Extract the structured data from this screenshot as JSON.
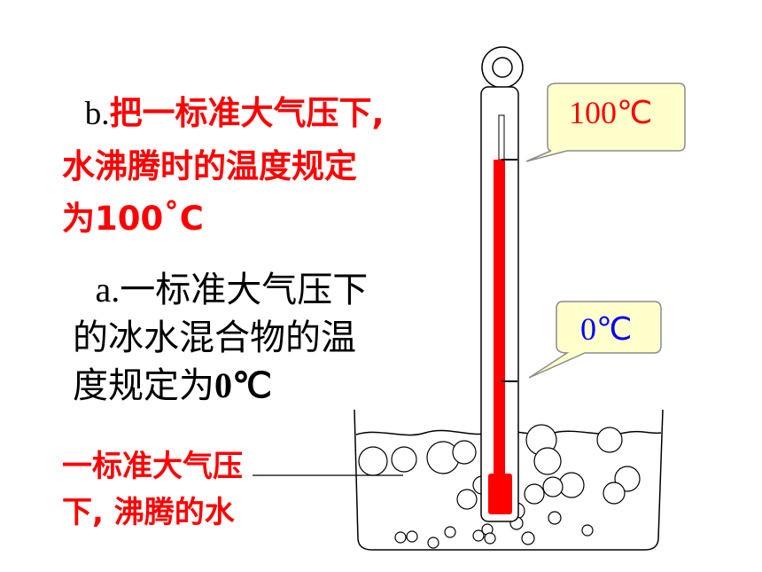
{
  "texts": {
    "b_prefix": "b.",
    "b_line1": "把一标准大气压下,",
    "b_line2": "水沸腾时的温度规定",
    "b_line3": "为100˚C",
    "a_prefix": "a.",
    "a_line1": "一标准大气压下",
    "a_line2": "的冰水混合物的温",
    "a_line3_plain": "度规定为",
    "a_line3_bold": "0℃",
    "water_line1": "一标准大气压",
    "water_line2": "下, 沸腾的水"
  },
  "callouts": {
    "boiling_label": "100℃",
    "freezing_label": "0℃"
  },
  "colors": {
    "emphasis_red": "#ff0000",
    "mercury_red": "#ff0000",
    "callout_fill": "#ffffcc",
    "freezing_label_blue": "#0000ff"
  },
  "thermometer": {
    "reading": 100,
    "scale_min": 0,
    "scale_max": 100
  }
}
